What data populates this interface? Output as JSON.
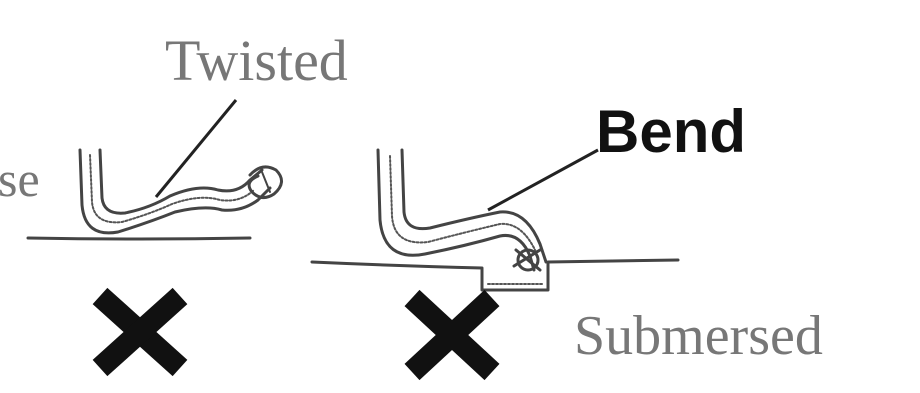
{
  "labels": {
    "left_partial": "se",
    "twisted": "Twisted",
    "bend": "Bend",
    "submersed": "Submersed"
  },
  "marks": {
    "icon_left": "cross-icon",
    "icon_right": "cross-icon"
  }
}
